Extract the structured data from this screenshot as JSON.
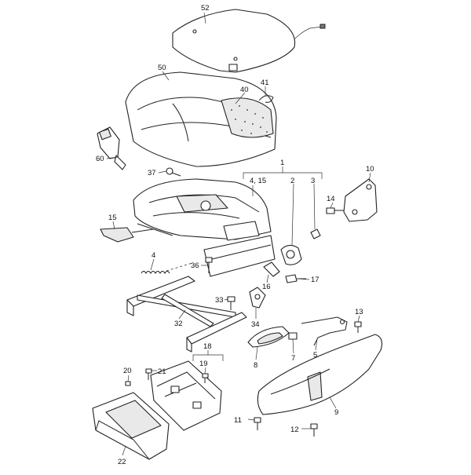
{
  "callouts": {
    "p52": "52",
    "p50": "50",
    "p41": "41",
    "p40": "40",
    "p60": "60",
    "p37": "37",
    "p1": "1",
    "p4_15": "4, 15",
    "p2": "2",
    "p3": "3",
    "p10": "10",
    "p14": "14",
    "p15": "15",
    "p4": "4",
    "p36": "36",
    "p16": "16",
    "p17": "17",
    "p33": "33",
    "p34": "34",
    "p32": "32",
    "p13": "13",
    "p8": "8",
    "p7": "7",
    "p5": "5",
    "p18": "18",
    "p19": "19",
    "p20": "20",
    "p21": "21",
    "p9": "9",
    "p11": "11",
    "p12": "12",
    "p22": "22"
  },
  "icons": {
    "seat_cover": "seat-cover-icon",
    "seat_cushion": "seat-cushion-icon",
    "seat_frame": "seat-frame-icon",
    "bracket": "bracket-icon",
    "screw": "screw-icon",
    "spring": "spring-icon",
    "buckle": "seat-belt-buckle-icon",
    "drawer": "storage-drawer-icon",
    "side_trim": "side-trim-panel-icon"
  }
}
